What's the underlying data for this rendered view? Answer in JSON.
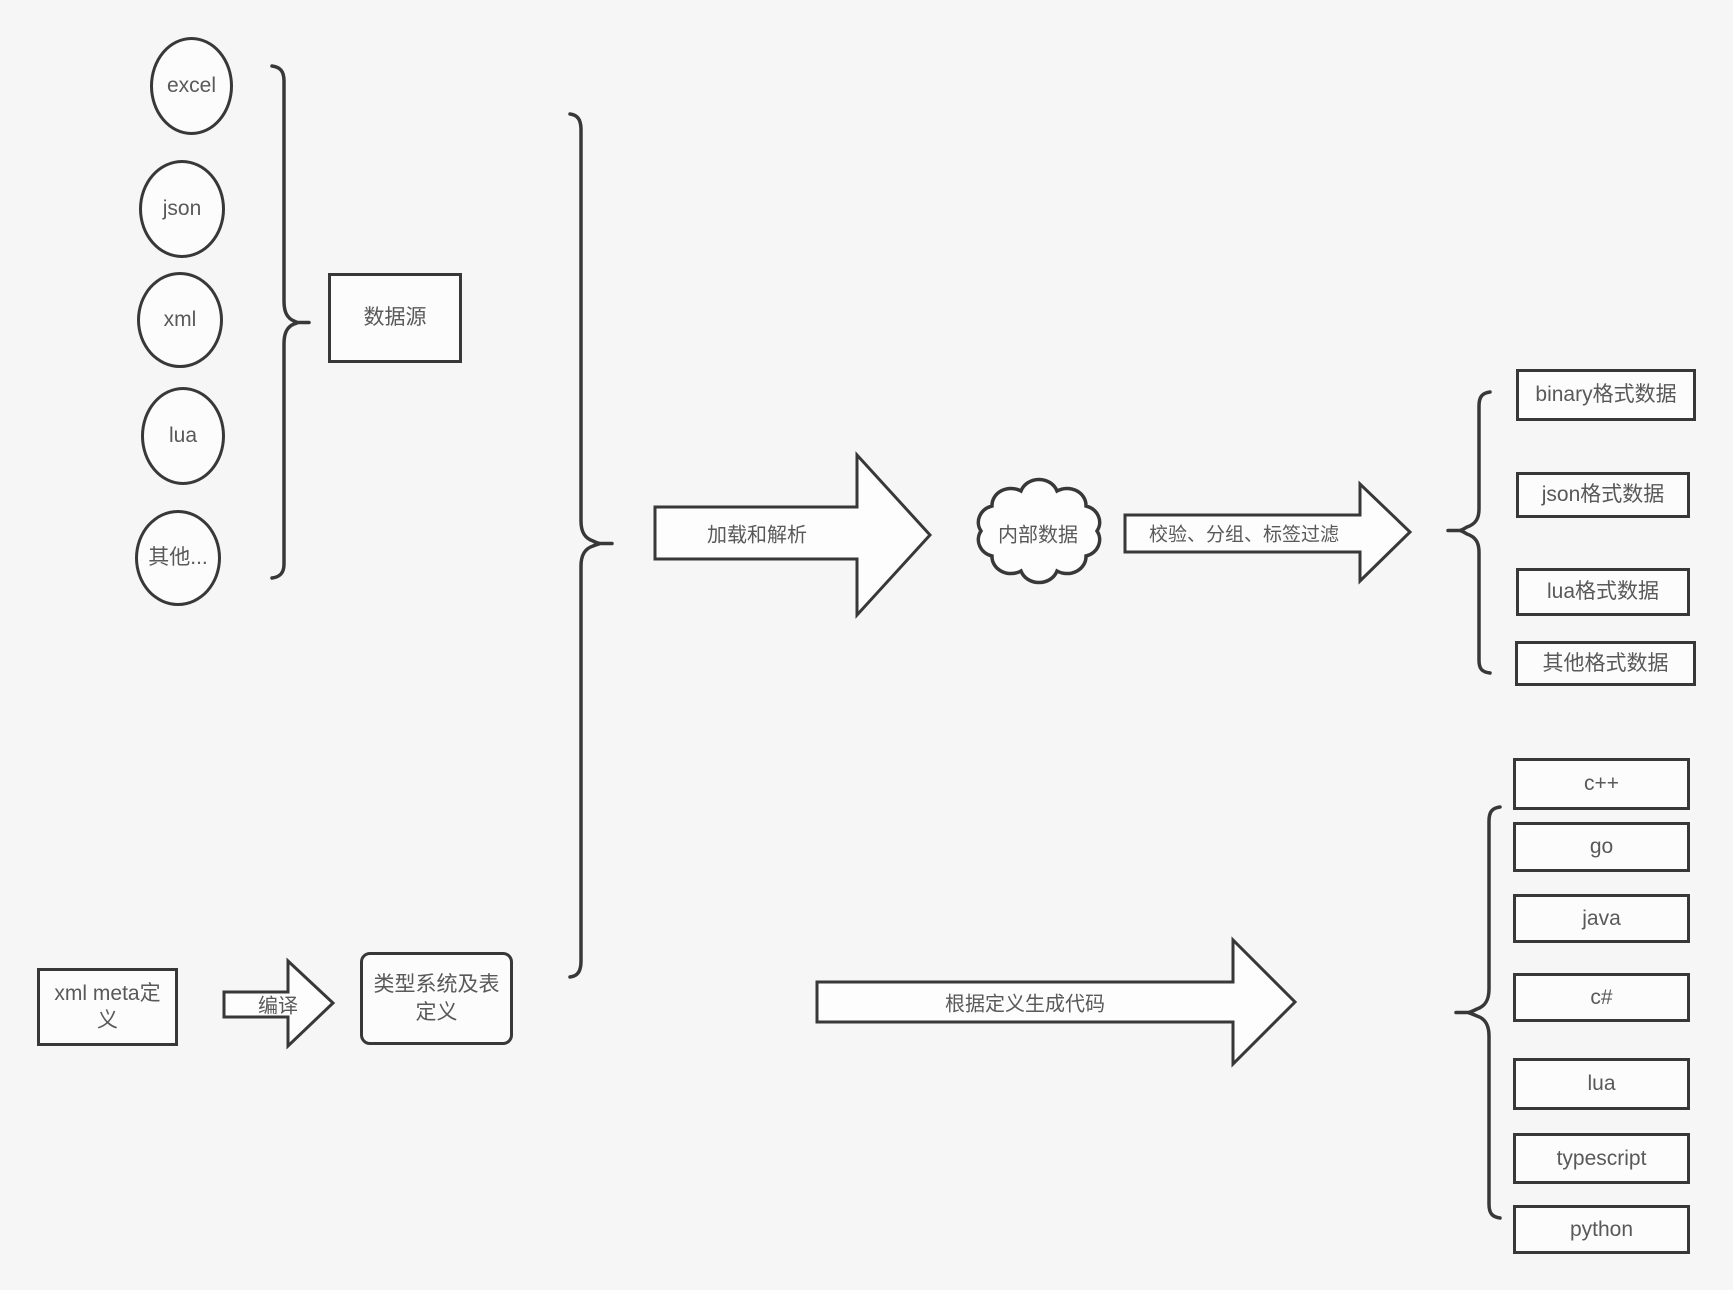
{
  "colors": {
    "background": "#f6f6f6",
    "stroke": "#383838",
    "shape_fill": "#fcfcfc",
    "text": "#595959"
  },
  "sources": {
    "group_label": "数据源",
    "items": [
      {
        "label": "excel"
      },
      {
        "label": "json"
      },
      {
        "label": "xml"
      },
      {
        "label": "lua"
      },
      {
        "label": "其他..."
      }
    ]
  },
  "pipeline": {
    "load_arrow_label": "加载和解析",
    "cloud_label": "内部数据",
    "filter_arrow_label": "校验、分组、标签过滤",
    "formats": [
      {
        "label": "binary格式数据"
      },
      {
        "label": "json格式数据"
      },
      {
        "label": "lua格式数据"
      },
      {
        "label": "其他格式数据"
      }
    ]
  },
  "codegen": {
    "meta_label": "xml meta定义",
    "compile_arrow_label": "编译",
    "type_system_label": "类型系统及表定义",
    "codegen_arrow_label": "根据定义生成代码",
    "languages": [
      {
        "label": "c++"
      },
      {
        "label": "go"
      },
      {
        "label": "java"
      },
      {
        "label": "c#"
      },
      {
        "label": "lua"
      },
      {
        "label": "typescript"
      },
      {
        "label": "python"
      }
    ]
  }
}
